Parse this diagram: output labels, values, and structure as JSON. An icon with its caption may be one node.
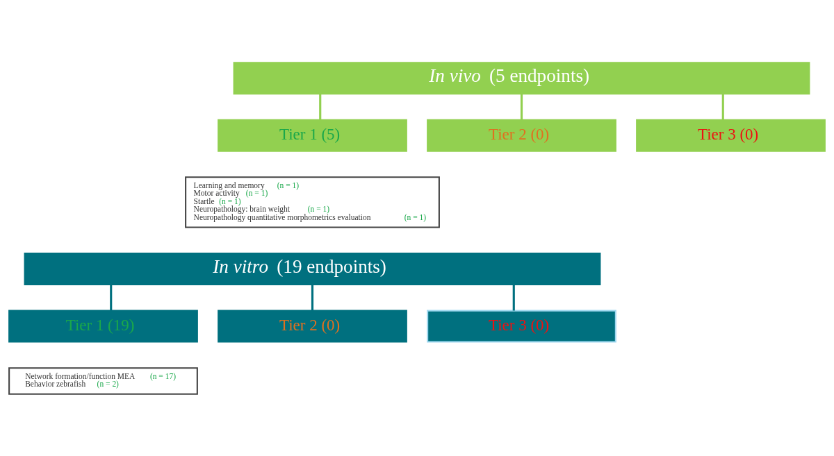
{
  "diagram": {
    "nodes": [
      {
        "text": [
          "*In vivo* (5 endpoints)"
        ]
      },
      {
        "text": [
          "Tier 1 (5)"
        ]
      },
      {
        "text": [
          "Tier 2 (0)"
        ]
      },
      {
        "text": [
          "Tier 3 (0)"
        ]
      },
      {
        "text": [
          "Learning and memory (n = 1)",
          "Motor activity (n = 1)",
          "Startle (n = 1)",
          "Neuropathology: brain weight (n = 1)",
          "Neuropathology quantitative morphometrics evaluation (n = 1)"
        ]
      },
      {
        "text": [
          "*In vitro* (19 endpoints)"
        ]
      },
      {
        "text": [
          "Tier 1 (19)"
        ]
      },
      {
        "text": [
          "Tier 2 (0)"
        ]
      },
      {
        "text": [
          "Tier 3 (0)"
        ]
      },
      {
        "text": [
          "Network formation/function MEA (n = 17)",
          "Behavior zebrafish (n = 2)"
        ]
      }
    ],
    "edges": [
      {
        "from": 0,
        "to": 1,
        "arrow": "none",
        "color": "#92d050"
      },
      {
        "from": 0,
        "to": 2,
        "arrow": "none",
        "color": "#92d050"
      },
      {
        "from": 0,
        "to": 3,
        "arrow": "none",
        "color": "#92d050"
      },
      {
        "from": 5,
        "to": 6,
        "arrow": "none",
        "color": "#00707f"
      },
      {
        "from": 5,
        "to": 7,
        "arrow": "none",
        "color": "#00707f"
      },
      {
        "from": 5,
        "to": 8,
        "arrow": "none",
        "color": "#00707f"
      }
    ]
  }
}
